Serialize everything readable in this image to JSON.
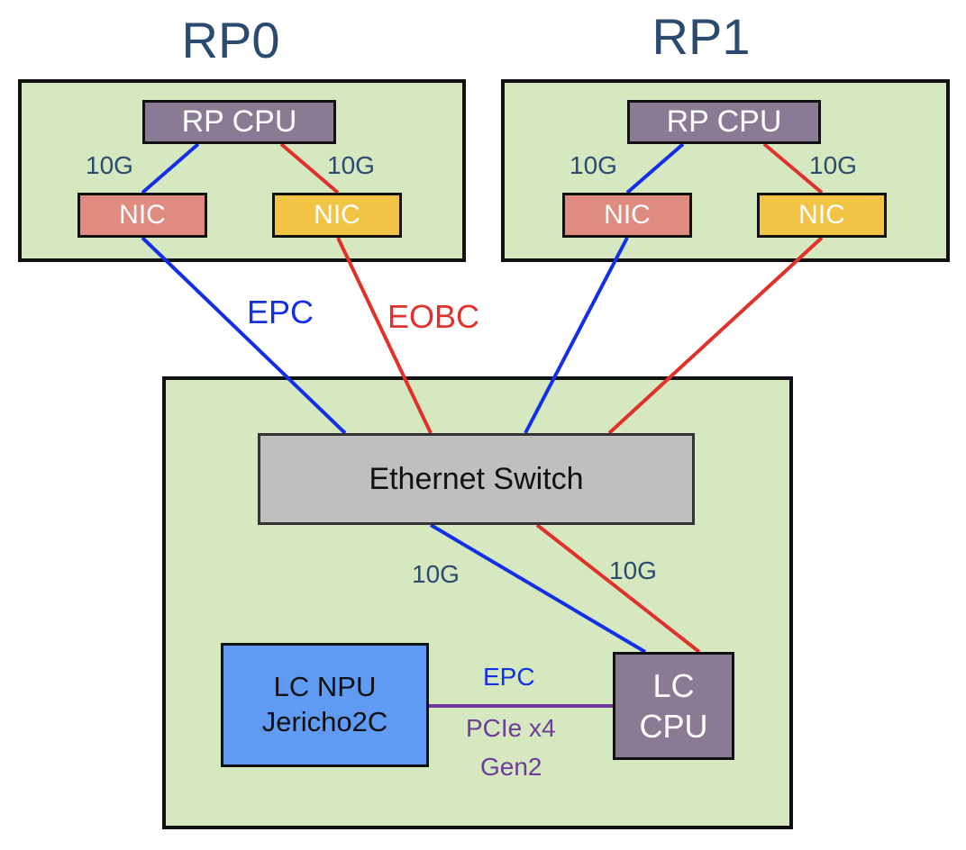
{
  "rp0": {
    "title": "RP0",
    "cpu_label": "RP CPU",
    "nic_left_label": "NIC",
    "nic_right_label": "NIC",
    "link_left_speed": "10G",
    "link_right_speed": "10G"
  },
  "rp1": {
    "title": "RP1",
    "cpu_label": "RP CPU",
    "nic_left_label": "NIC",
    "nic_right_label": "NIC",
    "link_left_speed": "10G",
    "link_right_speed": "10G"
  },
  "uplinks": {
    "epc_label": "EPC",
    "eobc_label": "EOBC"
  },
  "linecard": {
    "switch_label": "Ethernet Switch",
    "switch_link_left_speed": "10G",
    "switch_link_right_speed": "10G",
    "npu_line1": "LC NPU",
    "npu_line2": "Jericho2C",
    "cpu_line1": "LC",
    "cpu_line2": "CPU",
    "pcie_epc_label": "EPC",
    "pcie_line1": "PCIe x4",
    "pcie_line2": "Gen2"
  },
  "colors": {
    "epc_line": "#1430e6",
    "eobc_line": "#e0322b",
    "pcie_line": "#6d3d97",
    "panel_fill": "#d5e8bf"
  }
}
